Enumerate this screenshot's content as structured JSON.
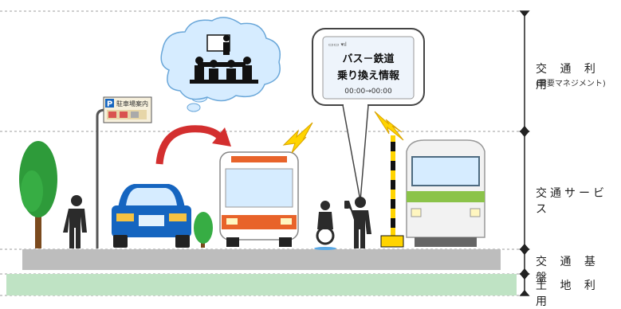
{
  "layers": [
    {
      "label": "交 通 利 用",
      "sub": "(需要マネジメント)"
    },
    {
      "label": "交通サービス"
    },
    {
      "label": "交 通 基 盤"
    },
    {
      "label": "土 地 利 用"
    }
  ],
  "phone": {
    "line1": "バス－鉄道",
    "line2": "乗り換え情報",
    "time": "00:00→00:00"
  },
  "parking_sign": {
    "letter": "P",
    "text": "駐車場案内"
  },
  "colors": {
    "ground_infra": "#bdbdbd",
    "ground_land": "#bfe3c4",
    "car": "#1565c0",
    "bus_accent": "#e8632a",
    "train_accent": "#8bc34a",
    "arrow": "#d32f2f",
    "signal": "#ffd400"
  }
}
